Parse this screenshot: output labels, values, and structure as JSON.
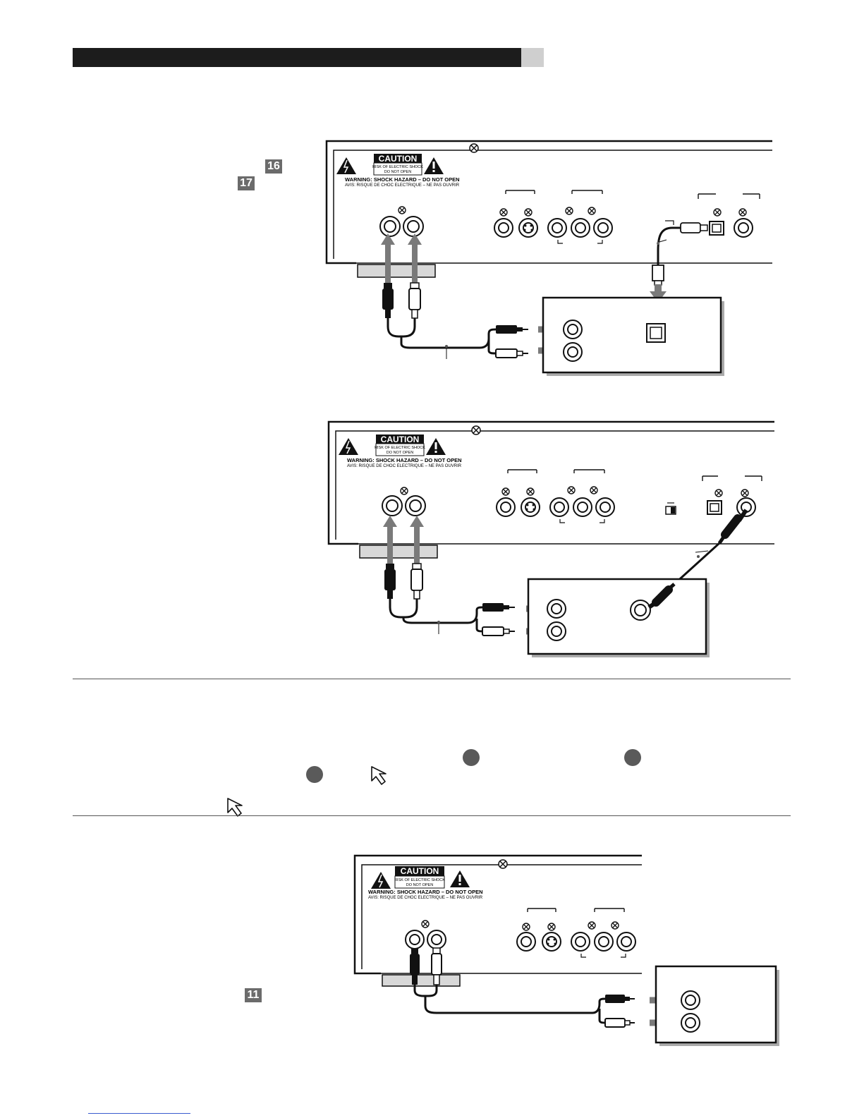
{
  "header": {
    "badges": [
      "16",
      "17",
      "11"
    ]
  },
  "panel": {
    "caution_title": "CAUTION",
    "caution_line1": "RISK OF ELECTRIC SHOCK",
    "caution_line2": "DO NOT OPEN",
    "warning_text": "WARNING: SHOCK HAZARD – DO NOT OPEN",
    "avis_text": "AVIS: RISQUE DE CHOC ELECTRIQUE – NE PAS OUVRIR"
  }
}
